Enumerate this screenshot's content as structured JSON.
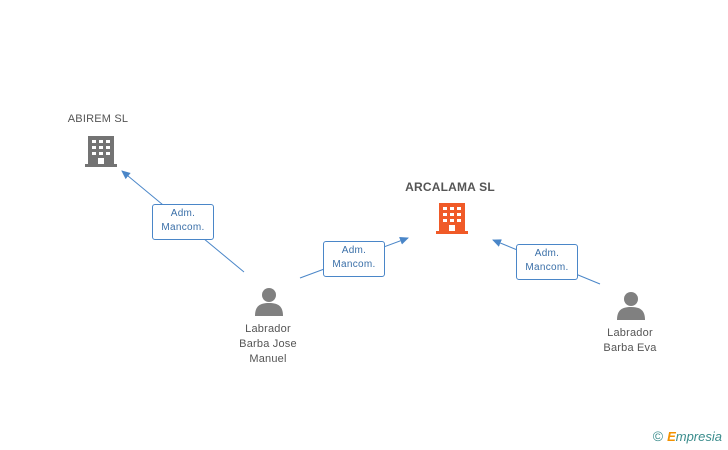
{
  "companies": {
    "abirem": {
      "name": "ABIREM SL",
      "color": "#737373"
    },
    "arcalama": {
      "name": "ARCALAMA SL",
      "color": "#f05a28"
    }
  },
  "people": {
    "jose": {
      "line1": "Labrador",
      "line2": "Barba Jose",
      "line3": "Manuel",
      "color": "#808080"
    },
    "eva": {
      "line1": "Labrador",
      "line2": "Barba Eva",
      "color": "#808080"
    }
  },
  "relations": [
    {
      "line1": "Adm.",
      "line2": "Mancom."
    },
    {
      "line1": "Adm.",
      "line2": "Mancom."
    },
    {
      "line1": "Adm.",
      "line2": "Mancom."
    }
  ],
  "colors": {
    "edge": "#4a86c8"
  },
  "brand": {
    "copyright": "©",
    "initial": "E",
    "rest": "mpresia"
  }
}
